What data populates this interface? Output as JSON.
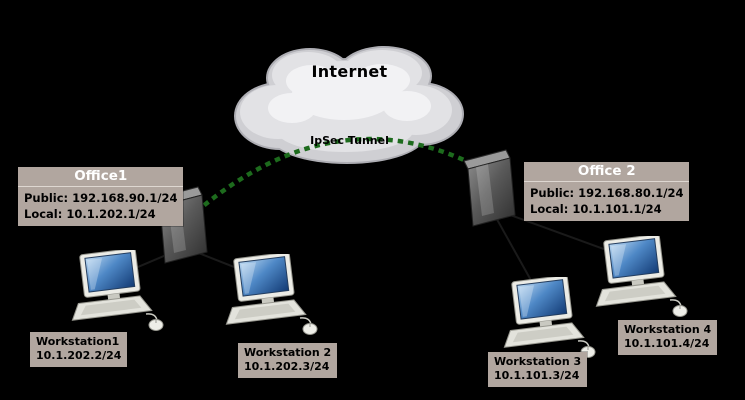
{
  "diagram": {
    "internet_label": "Internet",
    "tunnel_label": "IpSec Tunnel"
  },
  "offices": [
    {
      "name": "Office1",
      "public": "Public: 192.168.90.1/24",
      "local": "Local: 10.1.202.1/24"
    },
    {
      "name": "Office 2",
      "public": "Public: 192.168.80.1/24",
      "local": "Local: 10.1.101.1/24"
    }
  ],
  "workstations": [
    {
      "name": "Workstation1",
      "ip": "10.1.202.2/24"
    },
    {
      "name": "Workstation 2",
      "ip": "10.1.202.3/24"
    },
    {
      "name": "Workstation 3",
      "ip": "10.1.101.3/24"
    },
    {
      "name": "Workstation 4",
      "ip": "10.1.101.4/24"
    }
  ],
  "colors": {
    "background": "#000000",
    "label_background": "#b1a69f",
    "tunnel_green": "#1d6b1d",
    "cloud_fill": "#d0d0d4",
    "screen_blue": "#4e88c6"
  }
}
